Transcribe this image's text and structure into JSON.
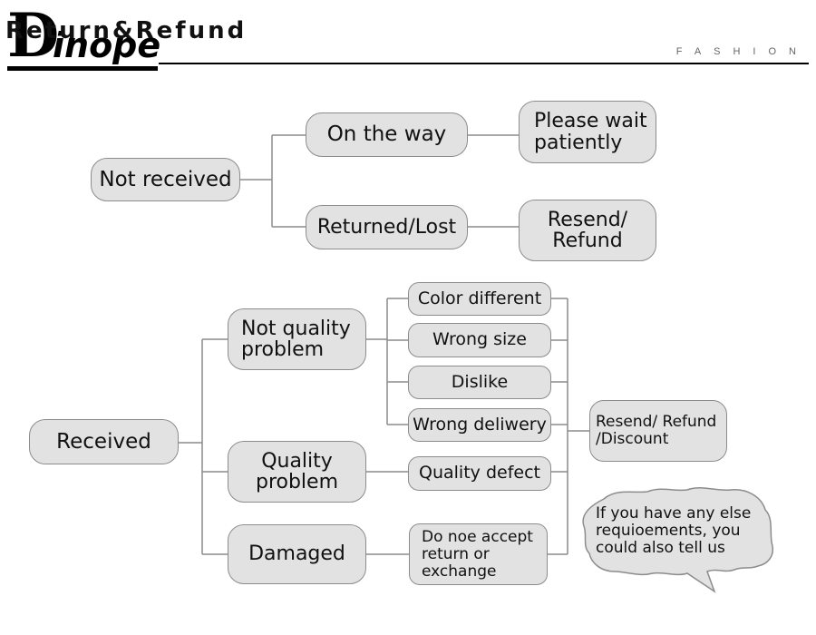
{
  "header": {
    "logo_letter": "D",
    "logo_rest": "inope",
    "title": "Return&Refund",
    "tagline": "FASHION"
  },
  "nodes": {
    "not_received": "Not received",
    "on_the_way": "On the way",
    "please_wait": "Please wait patiently",
    "returned_lost": "Returned/Lost",
    "resend_refund": "Resend/ Refund",
    "not_quality": "Not quality problem",
    "color_different": "Color different",
    "wrong_size": "Wrong size",
    "dislike": "Dislike",
    "wrong_delivery": "Wrong deliwery",
    "received": "Received",
    "quality_problem": "Quality problem",
    "quality_defect": "Quality defect",
    "damaged": "Damaged",
    "do_not_accept": "Do noe accept return or exchange",
    "resend_refund_discount": "Resend/ Refund /Discount"
  },
  "bubble": {
    "text": "If you have any else requioements, you could also tell us"
  }
}
